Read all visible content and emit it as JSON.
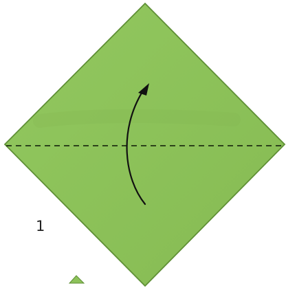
{
  "diagram": {
    "step_label": "1",
    "paper_color": "#8dc25a",
    "paper_shadow_color": "#7fb24e",
    "edge_color": "#5f8f36",
    "fold_line_color": "#1f2f12",
    "arrow_color": "#111111",
    "icons": {
      "fold_line": "dashed-valley-fold-line",
      "arrow": "curved-fold-up-arrow"
    }
  }
}
